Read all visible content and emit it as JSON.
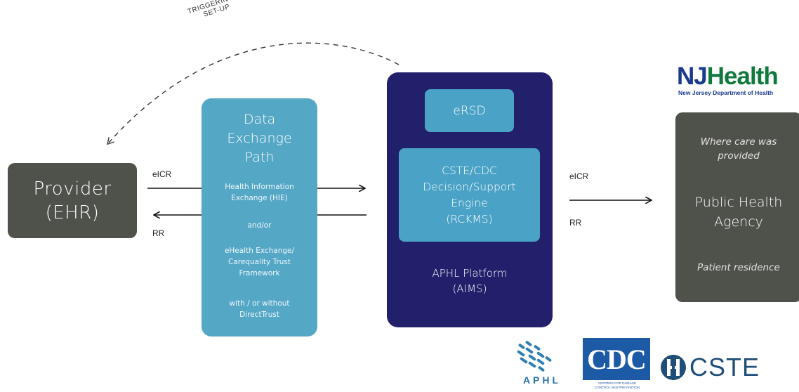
{
  "triggering": {
    "line1": "TRIGGERING",
    "line2": "SET-UP"
  },
  "provider": {
    "line1": "Provider",
    "line2": "(EHR)"
  },
  "flows": {
    "left_eicr": "eICR",
    "left_rr": "RR",
    "right_eicr": "eICR",
    "right_rr": "RR"
  },
  "data_exchange": {
    "title_lines": [
      "Data",
      "Exchange",
      "Path"
    ],
    "hie": [
      "Health Information",
      "Exchange (HIE)"
    ],
    "and_or": "and/or",
    "ehealth": [
      "eHealth Exchange/",
      "Carequality Trust",
      "Framework"
    ],
    "directtrust": [
      "with / or without",
      "DirectTrust"
    ]
  },
  "aphl_platform": {
    "ersd": "eRSD",
    "engine": [
      "CSTE/CDC",
      "Decision/Support",
      "Engine",
      "(RCKMS)"
    ],
    "label": [
      "APHL Platform",
      "(AIMS)"
    ]
  },
  "public_health": {
    "where_care": [
      "Where care was",
      "provided"
    ],
    "title": [
      "Public Health",
      "Agency"
    ],
    "residence": "Patient residence"
  },
  "logos": {
    "nj_health": {
      "nj": "NJ",
      "health": "Health",
      "sub": "New Jersey Department of Health"
    },
    "aphl": "APHL",
    "cdc": {
      "mark": "CDC",
      "tagline": [
        "CENTERS FOR DISEASE",
        "CONTROL AND PREVENTION"
      ]
    },
    "cste": "CSTE"
  },
  "colors": {
    "provider": "#4f514b",
    "data_exchange": "#55a7c6",
    "aphl_platform": "#221f6b",
    "inner_boxes": "#4aa2c7",
    "public_health": "#4f514b"
  }
}
